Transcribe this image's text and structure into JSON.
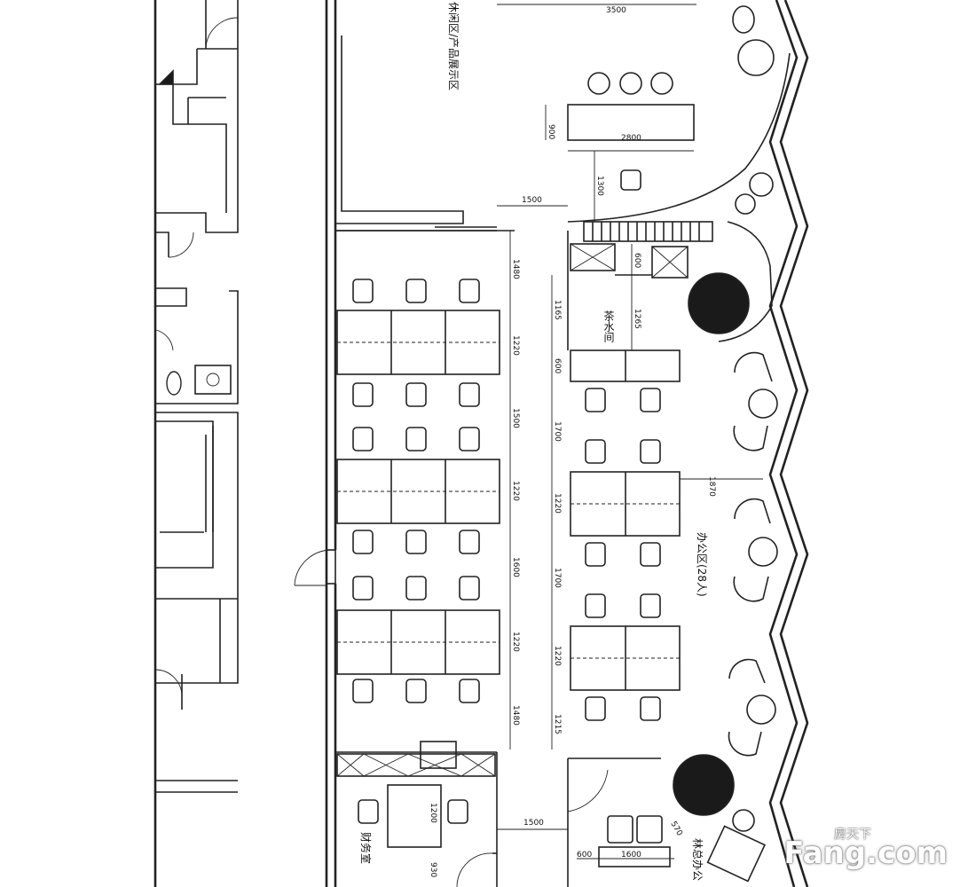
{
  "rooms": {
    "lounge": "休闲区/产品展示区",
    "office": "办公区(28人)",
    "tea": "茶水间",
    "finance": "财务室",
    "gm": "林总办公"
  },
  "dims": {
    "d3500": "3500",
    "d900": "900",
    "d2800": "2800",
    "d1300": "1300",
    "d1500a": "1500",
    "d600a": "600",
    "d1480a": "1480",
    "d1220a": "1220",
    "d1500b": "1500",
    "d1220b": "1220",
    "d1600": "1600",
    "d1220c": "1220",
    "d1480b": "1480",
    "d1165": "1165",
    "d1265": "1265",
    "d600b": "600",
    "d1700a": "1700",
    "d1220d": "1220",
    "d1700b": "1700",
    "d1220e": "1220",
    "d1215": "1215",
    "d1870": "1870",
    "d1200": "1200",
    "d930": "930",
    "d1500c": "1500",
    "d600c": "600",
    "d1600b": "1600",
    "d570": "570"
  },
  "watermark": {
    "cn": "房天下",
    "en": "Fang.com"
  },
  "colors": {
    "line": "#222222",
    "watermark": "#ffffff",
    "watermark_shadow": "#666666"
  }
}
